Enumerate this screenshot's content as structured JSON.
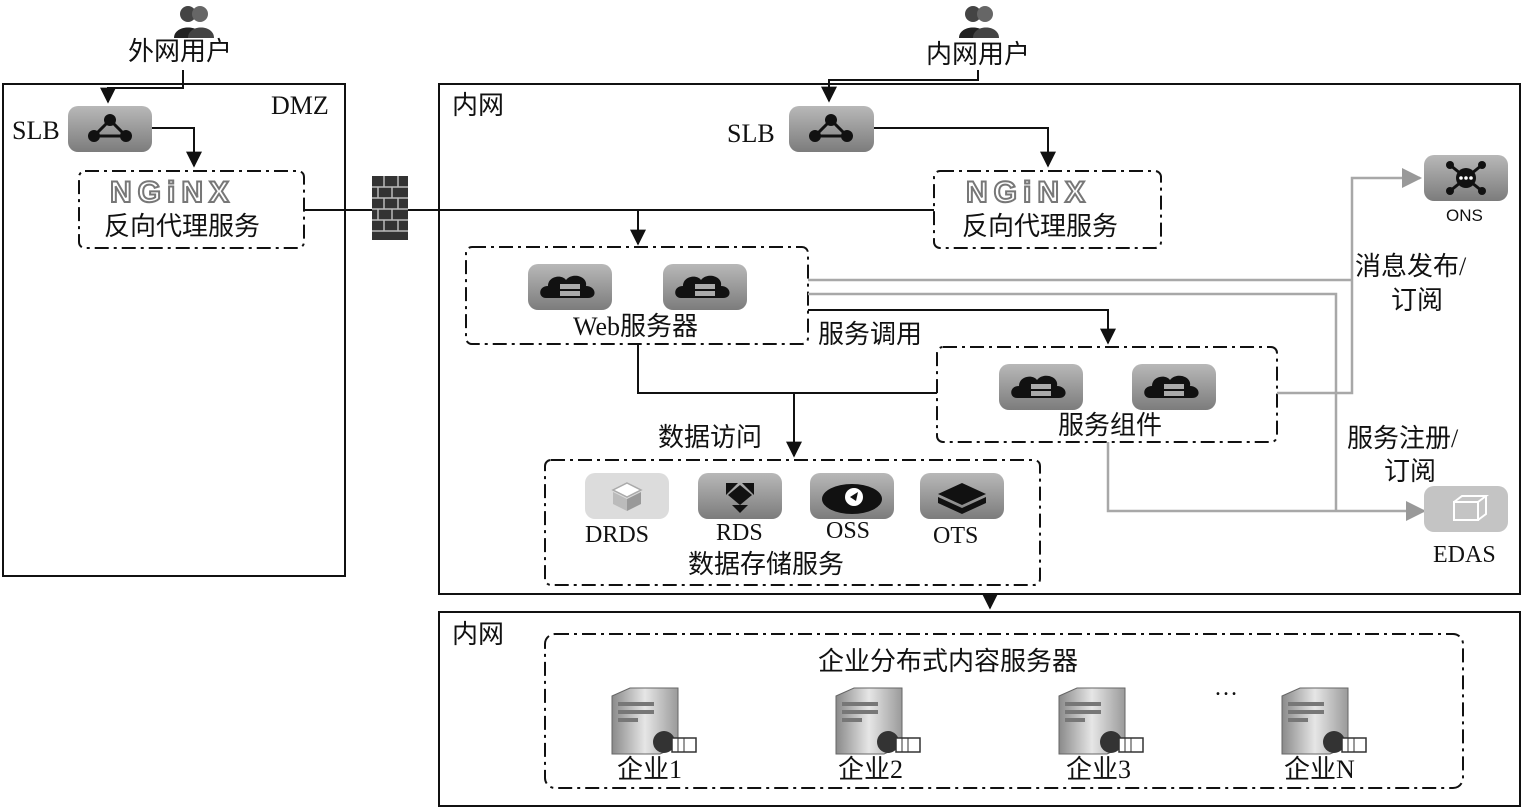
{
  "users": {
    "external": "外网用户",
    "internal": "内网用户"
  },
  "dmz": {
    "label": "DMZ",
    "slb": "SLB",
    "nginx": "NGiNX",
    "proxy": "反向代理服务"
  },
  "intranet": {
    "label": "内网",
    "slb": "SLB",
    "nginx": "NGiNX",
    "proxy": "反向代理服务",
    "web": "Web服务器",
    "service_call": "服务调用",
    "components": "服务组件",
    "data_access": "数据访问",
    "storage": {
      "items": [
        "DRDS",
        "RDS",
        "OSS",
        "OTS"
      ],
      "title": "数据存储服务"
    },
    "ons": "ONS",
    "msg_line1": "消息发布/",
    "msg_line2": "订阅",
    "reg_line1": "服务注册/",
    "reg_line2": "订阅",
    "edas": "EDAS"
  },
  "enterprise": {
    "label": "内网",
    "title": "企业分布式内容服务器",
    "ellipsis": "…",
    "servers": [
      "企业1",
      "企业2",
      "企业3",
      "企业N"
    ]
  },
  "colors": {
    "icon_bg": "#9a9a9a",
    "gray_line": "#a8a8a8"
  }
}
